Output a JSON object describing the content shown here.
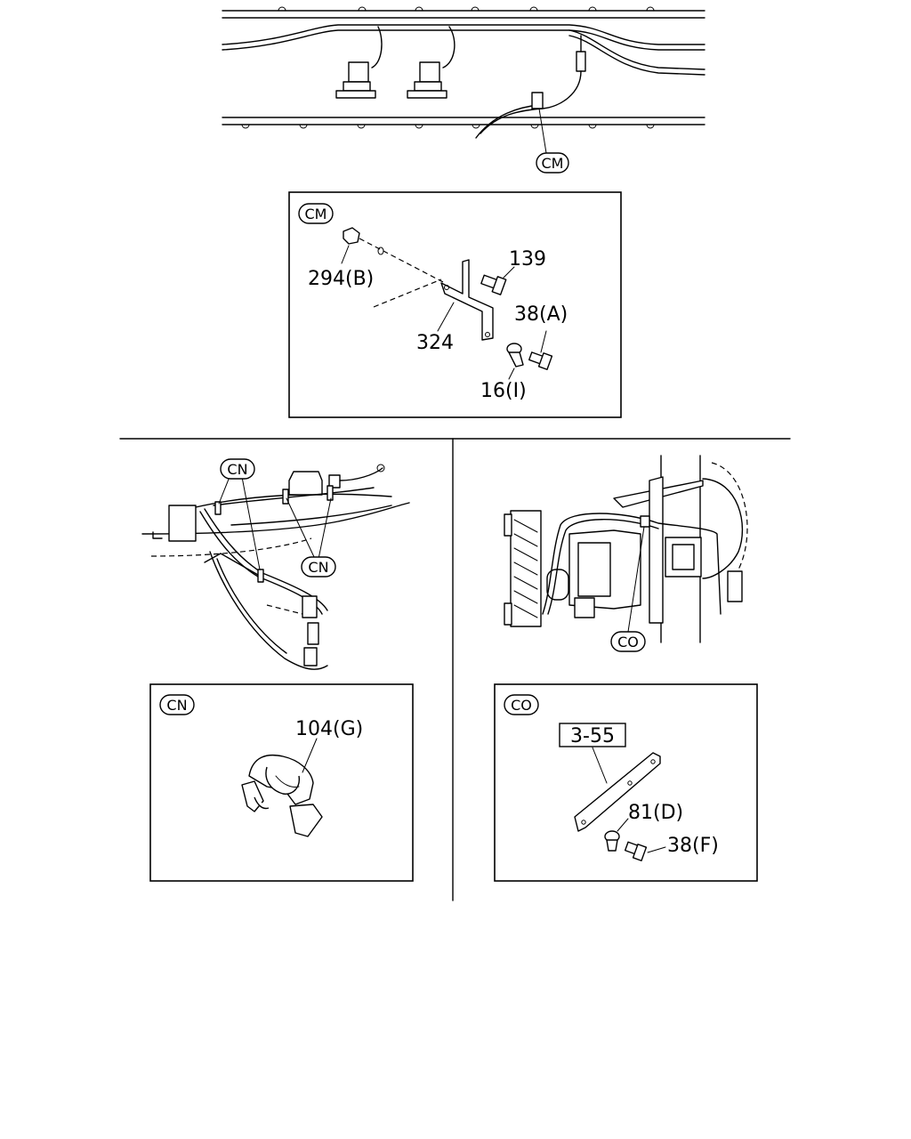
{
  "callouts": {
    "cm_top": "CM",
    "cn_a": "CN",
    "cn_b": "CN",
    "co_top": "CO"
  },
  "detail_cm": {
    "tag": "CM",
    "parts": {
      "p294": "294(B)",
      "p139": "139",
      "p38a": "38(A)",
      "p324": "324",
      "p16": "16(I)"
    }
  },
  "detail_cn": {
    "tag": "CN",
    "parts": {
      "p104": "104(G)"
    }
  },
  "detail_co": {
    "tag": "CO",
    "ref": "3-55",
    "parts": {
      "p81": "81(D)",
      "p38f": "38(F)"
    }
  }
}
